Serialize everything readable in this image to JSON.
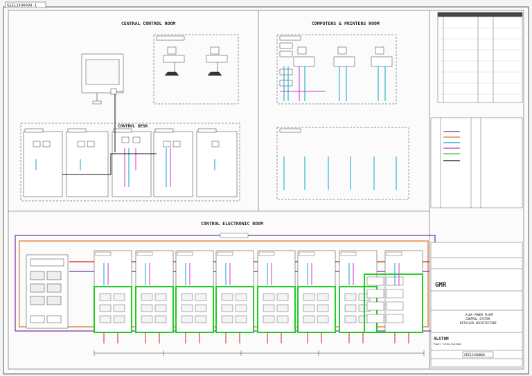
{
  "doc_ref": "GEE12400000-1",
  "sections": {
    "central_control_room": "CENTRAL CONTROL ROOM",
    "computers_printers_room": "COMPUTERS & PRINTERS ROOM",
    "control_desk": "CONTROL DESK",
    "control_electronic_room": "CONTROL ELECTRONIC ROOM"
  },
  "title_block": {
    "project": "ALBA POWER PLANT",
    "subtitle_1": "CONTROL SYSTEM",
    "subtitle_2": "DETAILED ARCHITECTURE",
    "company": "ALSTOM",
    "company_sub": "Power Turbo-Systems",
    "logo": "GMR",
    "drawing_number": "GEE12400000"
  },
  "colors": {
    "network_a": "#7030a0",
    "network_b": "#e07020",
    "network_c": "#d02020",
    "field_link": "#00a6c8",
    "cabinet_frame": "#22cc22",
    "signal": "#d030d0",
    "line": "#111111"
  }
}
